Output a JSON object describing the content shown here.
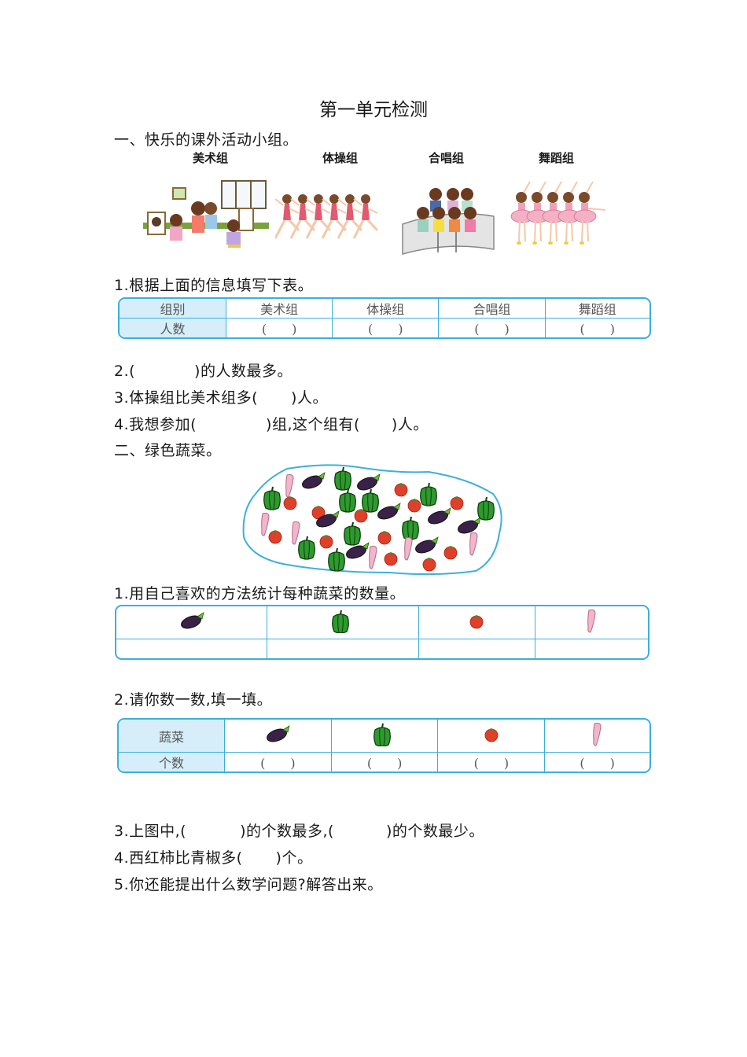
{
  "title": "第一单元检测",
  "section1": {
    "heading": "一、快乐的课外活动小组。",
    "groups": [
      {
        "label": "美术组",
        "icon": "art-class-illustration"
      },
      {
        "label": "体操组",
        "icon": "gymnastics-illustration"
      },
      {
        "label": "合唱组",
        "icon": "choir-illustration"
      },
      {
        "label": "舞蹈组",
        "icon": "dance-illustration"
      }
    ],
    "q1": "1.根据上面的信息填写下表。",
    "table1": {
      "header_row": [
        "组别",
        "美术组",
        "体操组",
        "合唱组",
        "舞蹈组"
      ],
      "value_row_label": "人数",
      "blank": "(　　)"
    },
    "q2_pre": "2.(",
    "q2_post": ")的人数最多。",
    "q3_pre": "3.体操组比美术组多(",
    "q3_post": ")人。",
    "q4_pre": "4.我想参加(",
    "q4_mid": ")组,这个组有(",
    "q4_post": ")人。"
  },
  "section2": {
    "heading": "二、绿色蔬菜。",
    "picture_icon": "vegetable-collection",
    "vegetables": [
      "eggplant",
      "green-pepper",
      "tomato",
      "radish"
    ],
    "q1": "1.用自己喜欢的方法统计每种蔬菜的数量。",
    "q2": "2.请你数一数,填一填。",
    "table2": {
      "row1_label": "蔬菜",
      "row2_label": "个数",
      "blank": "(　　)"
    },
    "q3_pre": "3.上图中,(",
    "q3_mid": ")的个数最多,(",
    "q3_post": ")的个数最少。",
    "q4_pre": "4.西红柿比青椒多(",
    "q4_post": ")个。",
    "q5": "5.你还能提出什么数学问题?解答出来。"
  },
  "colors": {
    "table_border": "#3bb0dc",
    "header_fill": "#d6eef9",
    "eggplant": "#3a2148",
    "pepper": "#2e9a2e",
    "tomato": "#e0402a",
    "radish": "#f2b6cc"
  }
}
